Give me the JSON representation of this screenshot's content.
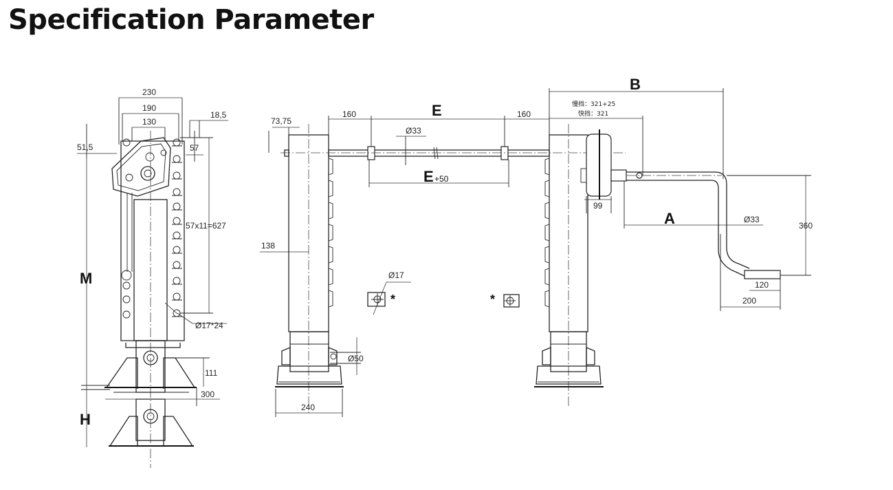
{
  "title": "Specification Parameter",
  "left_view": {
    "dim_230": "230",
    "dim_190": "190",
    "dim_130": "130",
    "dim_18_5": "18,5",
    "dim_51_5": "51,5",
    "dim_57": "57",
    "dim_holes_pitch": "57x11=627",
    "label_M": "M",
    "dim_holes": "Ø17*24",
    "dim_111": "111",
    "dim_300": "300",
    "label_H": "H"
  },
  "front_view": {
    "dim_73_75": "73,75",
    "dim_160_left": "160",
    "label_E": "E",
    "dim_160_right": "160",
    "dim_d33_shaft": "Ø33",
    "label_E50": "E",
    "label_E50_suffix": "+50",
    "dim_138": "138",
    "dim_d17": "Ø17",
    "star_left": "*",
    "star_right": "*",
    "dim_d50": "Ø50",
    "dim_240": "240"
  },
  "crank_view": {
    "label_B": "B",
    "note_slow": "慢挡：321+25",
    "note_fast": "快挡：321",
    "dim_99": "99",
    "label_A": "A",
    "dim_d33_crank": "Ø33",
    "dim_360": "360",
    "dim_120": "120",
    "dim_200": "200"
  }
}
